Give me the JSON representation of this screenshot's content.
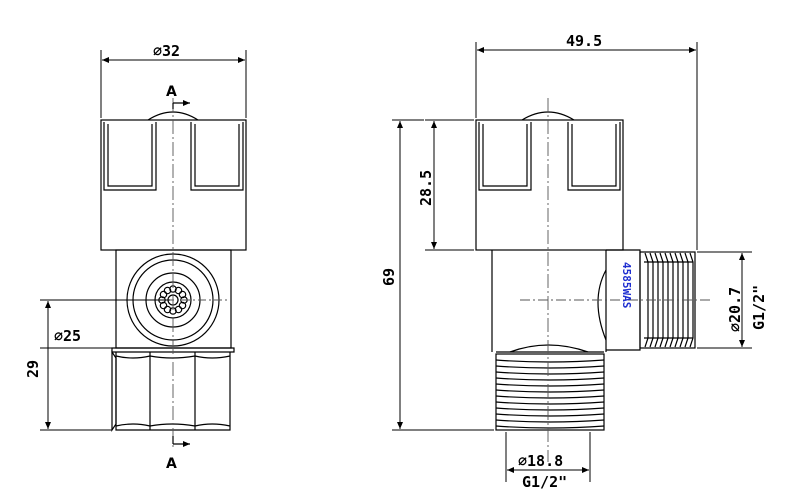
{
  "front_view": {
    "dia_top": "⌀32",
    "dia_left": "⌀25",
    "height_left": "29",
    "section_top": "A",
    "section_bottom": "A"
  },
  "side_view": {
    "width_top": "49.5",
    "height_upper": "28.5",
    "height_total": "69",
    "dia_bottom": "⌀18.8",
    "thread_bottom": "G1/2\"",
    "dia_right": "⌀20.7",
    "thread_right": "G1/2\"",
    "marking": "4585WAS"
  },
  "colors": {
    "line": "#000000",
    "center_line": "#555555",
    "marking": "#1f2fd0"
  }
}
